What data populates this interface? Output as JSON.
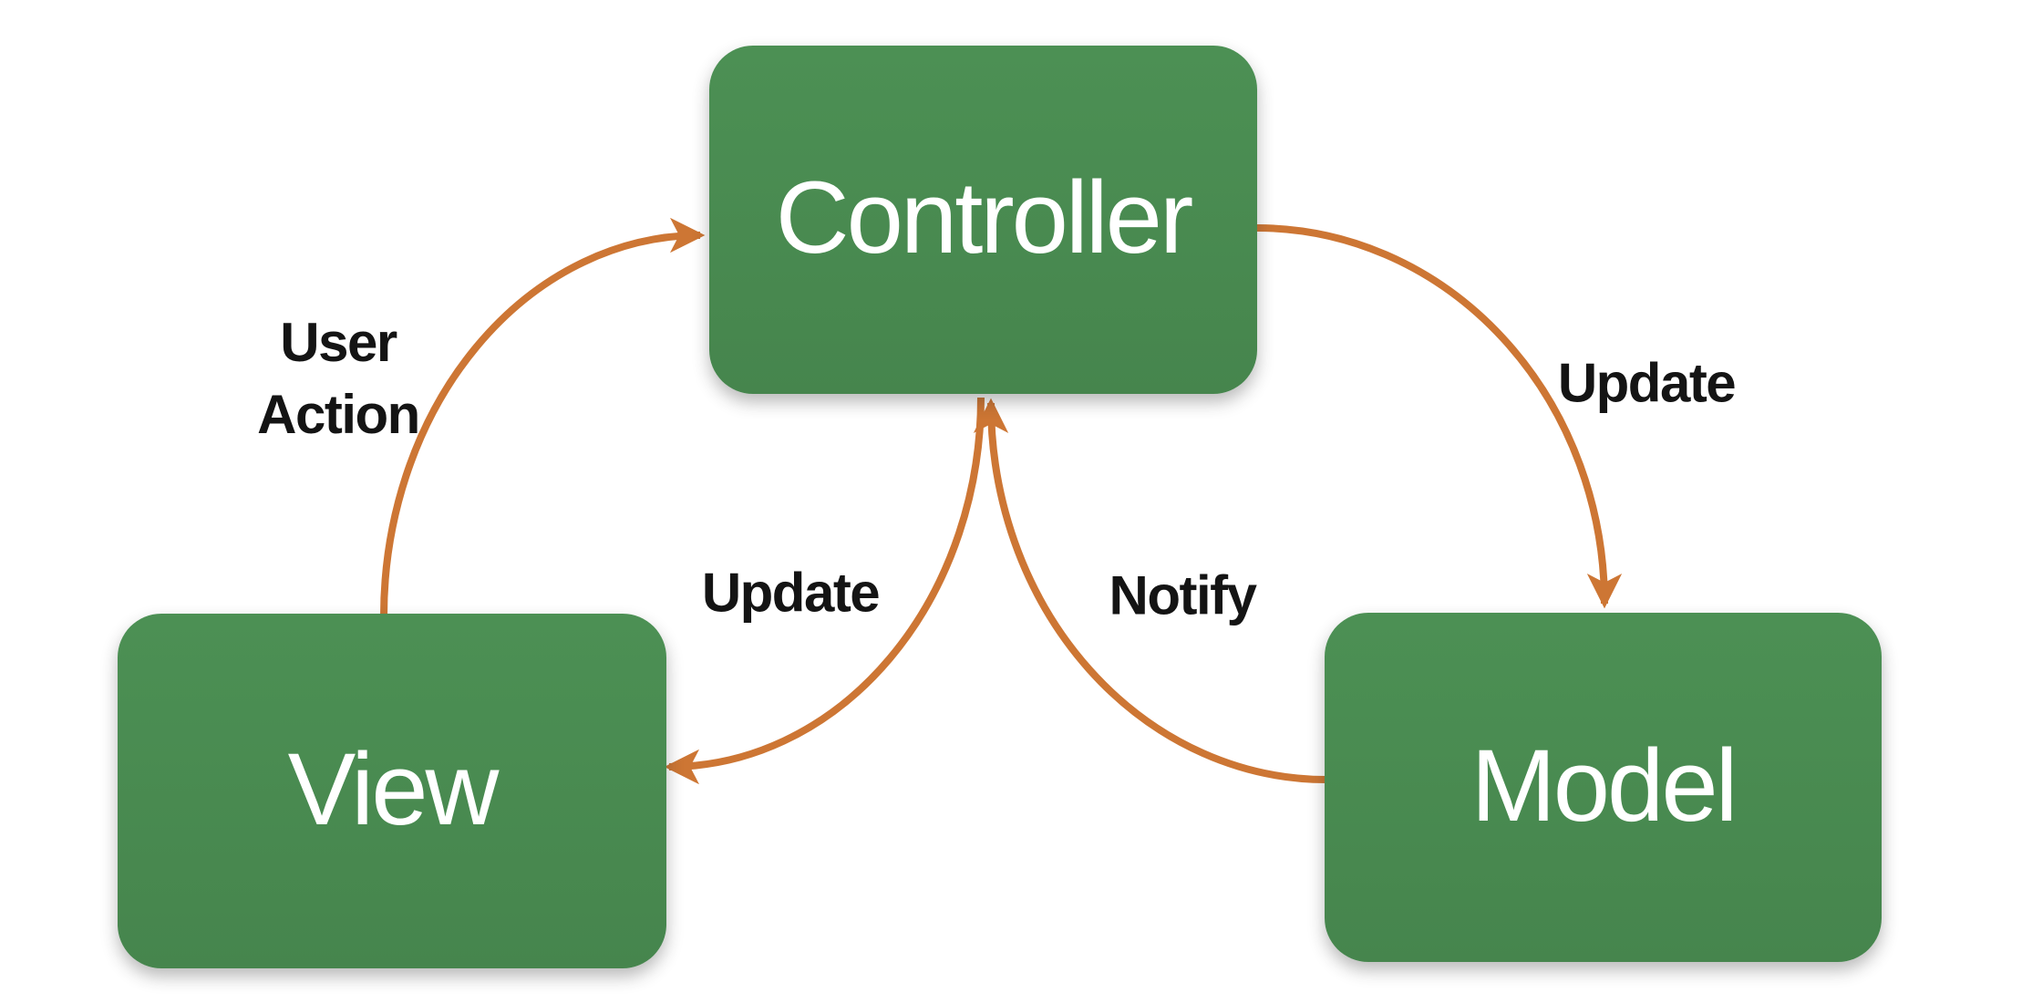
{
  "diagram": {
    "type": "architecture-pattern",
    "pattern_name": "Model-View-Controller",
    "colors": {
      "node_fill": "#4a8c52",
      "node_fill_dark": "#46854d",
      "node_text": "#ffffff",
      "arrow": "#cd7634",
      "edge_label_text": "#141414",
      "background": "#ffffff"
    },
    "nodes": [
      {
        "id": "controller",
        "label": "Controller"
      },
      {
        "id": "view",
        "label": "View"
      },
      {
        "id": "model",
        "label": "Model"
      }
    ],
    "edges": [
      {
        "id": "user-action",
        "label": "User\nAction",
        "from": "view",
        "to": "controller"
      },
      {
        "id": "update-model",
        "label": "Update",
        "from": "controller",
        "to": "model"
      },
      {
        "id": "update-view",
        "label": "Update",
        "from": "controller",
        "to": "view"
      },
      {
        "id": "notify",
        "label": "Notify",
        "from": "model",
        "to": "controller"
      }
    ]
  }
}
